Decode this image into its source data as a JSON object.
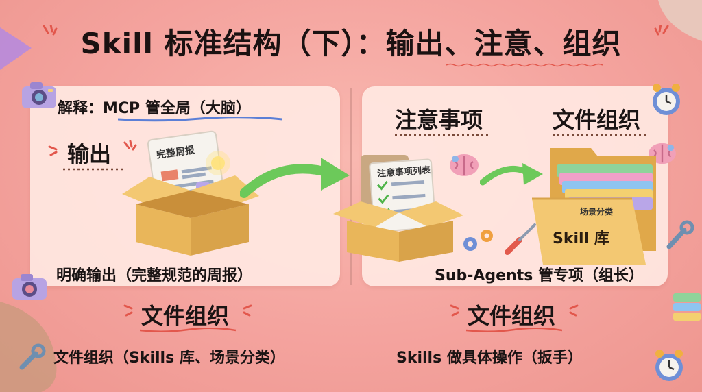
{
  "title": "Skill 标准结构（下）：输出、注意、组织",
  "left": {
    "explain": "解释：MCP 管全局（大脑）",
    "heading": "输出",
    "doc_label": "完整周报",
    "caption": "明确输出（完整规范的周报）"
  },
  "right": {
    "heading_notes": "注意事项",
    "heading_files": "文件组织",
    "checklist_label": "注意事项列表",
    "folder_tab": "场景分类",
    "folder_label": "Skill 库",
    "caption": "Sub-Agents 管专项（组长）"
  },
  "bottom_left": {
    "heading": "文件组织",
    "text": "文件组织（Skills 库、场景分类）"
  },
  "bottom_right": {
    "heading": "文件组织",
    "text": "Skills 做具体操作（扳手）"
  },
  "colors": {
    "background": "#f4a39e",
    "card": "#ffe8e2",
    "underline_blue": "#5b7fd6",
    "underline_red": "#e2574c",
    "box": "#e9b65a",
    "arrow": "#7ed36a"
  }
}
